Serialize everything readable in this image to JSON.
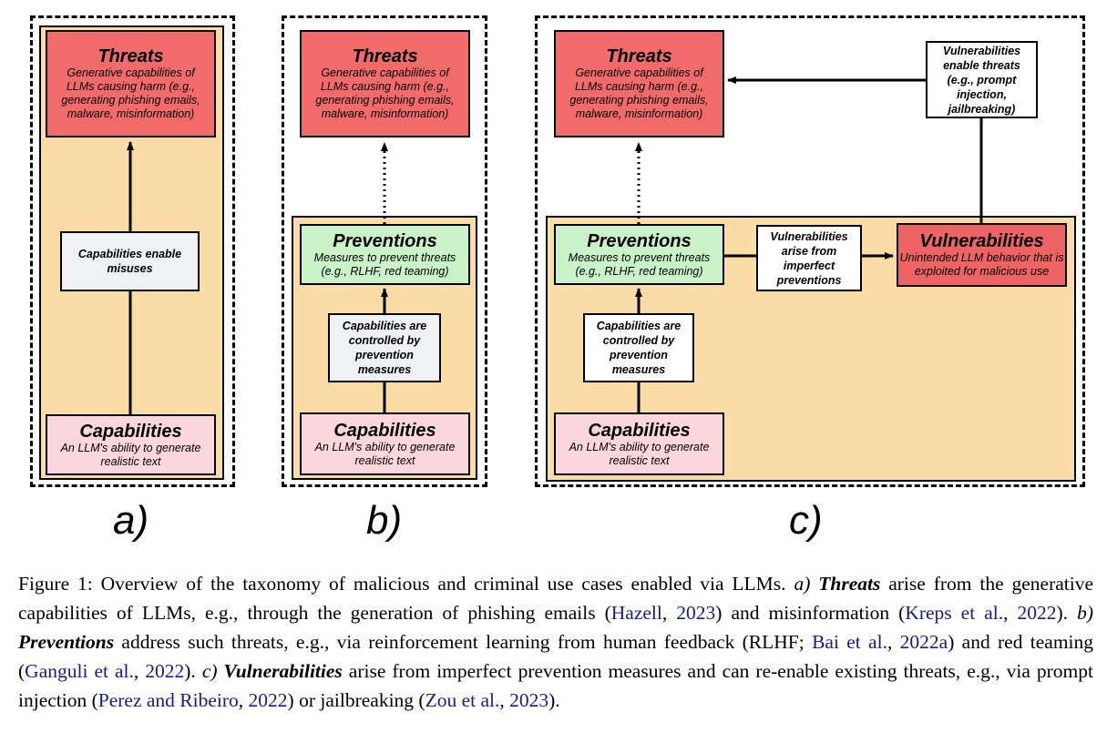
{
  "panels": {
    "a": {
      "label": "a)",
      "threats": {
        "title": "Threats",
        "desc": "Generative capabilities of LLMs causing harm (e.g., generating phishing emails, malware, misinformation)"
      },
      "edge": "Capabilities enable misuses",
      "capabilities": {
        "title": "Capabilities",
        "desc": "An LLM's ability to generate realistic text"
      }
    },
    "b": {
      "label": "b)",
      "threats": {
        "title": "Threats",
        "desc": "Generative capabilities of LLMs causing harm (e.g., generating phishing emails, malware, misinformation)"
      },
      "preventions": {
        "title": "Preventions",
        "desc": "Measures to prevent threats (e.g., RLHF, red teaming)"
      },
      "edge": "Capabilities are controlled by prevention measures",
      "capabilities": {
        "title": "Capabilities",
        "desc": "An LLM's ability to generate realistic text"
      }
    },
    "c": {
      "label": "c)",
      "threats": {
        "title": "Threats",
        "desc": "Generative capabilities of LLMs causing harm (e.g., generating phishing emails, malware, misinformation)"
      },
      "preventions": {
        "title": "Preventions",
        "desc": "Measures to prevent threats (e.g., RLHF, red teaming)"
      },
      "edge_controlled": "Capabilities are controlled by prevention measures",
      "capabilities": {
        "title": "Capabilities",
        "desc": "An LLM's ability to generate realistic text"
      },
      "edge_arise": "Vulnerabilities arise from imperfect preventions",
      "vulnerabilities": {
        "title": "Vulnerabilities",
        "desc": "Unintended LLM behavior that is exploited for malicious use"
      },
      "edge_enable": "Vulnerabilities enable threats (e.g., prompt injection, jailbreaking)"
    }
  },
  "caption": {
    "lead": "Figure 1: Overview of the taxonomy of malicious and criminal use cases enabled via LLMs.",
    "a_label": "a)",
    "a_term": "Threats",
    "a_text1": "arise from the generative capabilities of LLMs, e.g., through the generation of phishing emails (",
    "cite1_author": "Hazell",
    "cite1_year": "2023",
    "a_text2": ") and misinformation (",
    "cite2_author": "Kreps et al.",
    "cite2_year": "2022",
    "a_text3": ").",
    "b_label": "b)",
    "b_term": "Preventions",
    "b_text1": "address such threats, e.g., via reinforcement learning from human feedback (RLHF;",
    "cite3_author": "Bai et al.",
    "cite3_year": "2022a",
    "b_text2": ") and red teaming (",
    "cite4_author": "Ganguli et al.",
    "cite4_year": "2022",
    "b_text3": ").",
    "c_label": "c)",
    "c_term": "Vulnerabilities",
    "c_text1": "arise from imperfect prevention measures and can re-enable existing threats, e.g., via prompt injection (",
    "cite5_author": "Perez and Ribeiro",
    "cite5_year": "2022",
    "c_text2": ") or jailbreaking (",
    "cite6_author": "Zou et al.",
    "cite6_year": "2023",
    "c_text3": ")."
  }
}
